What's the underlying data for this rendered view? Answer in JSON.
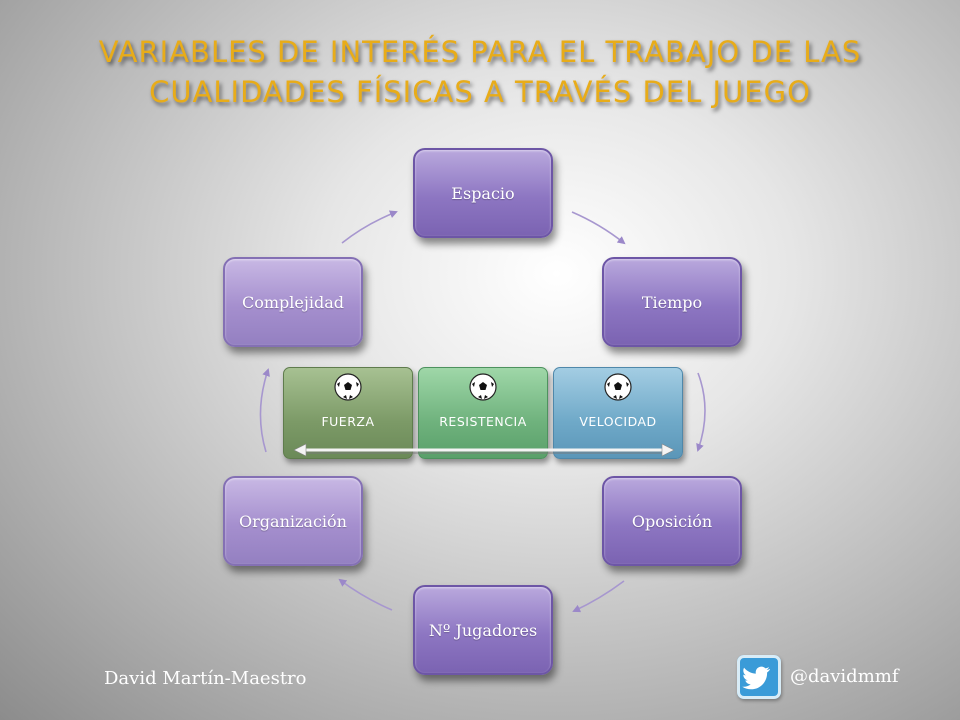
{
  "title": {
    "line1": "VARIABLES DE INTERÉS PARA EL TRABAJO DE LAS",
    "line2": "CUALIDADES FÍSICAS A TRAVÉS DEL JUEGO"
  },
  "cycle_nodes": [
    {
      "label": "Espacio"
    },
    {
      "label": "Tiempo"
    },
    {
      "label": "Oposición"
    },
    {
      "label": "Nº Jugadores"
    },
    {
      "label": "Organización"
    },
    {
      "label": "Complejidad"
    }
  ],
  "qualities": [
    {
      "label": "FUERZA",
      "icon": "soccer-ball-icon"
    },
    {
      "label": "RESISTENCIA",
      "icon": "soccer-ball-icon"
    },
    {
      "label": "VELOCIDAD",
      "icon": "soccer-ball-icon"
    }
  ],
  "footer": {
    "author": "David Martín-Maestro",
    "twitter_handle": "@davidmmf",
    "twitter_icon": "twitter-bird-icon"
  },
  "colors": {
    "title": "#e8ac19",
    "node_purple": "#8d76c2",
    "fuerza_green": "#7c9a67",
    "resistencia_green": "#6fb27d",
    "velocidad_blue": "#6fa9c8",
    "twitter_blue": "#3a9bd8"
  }
}
